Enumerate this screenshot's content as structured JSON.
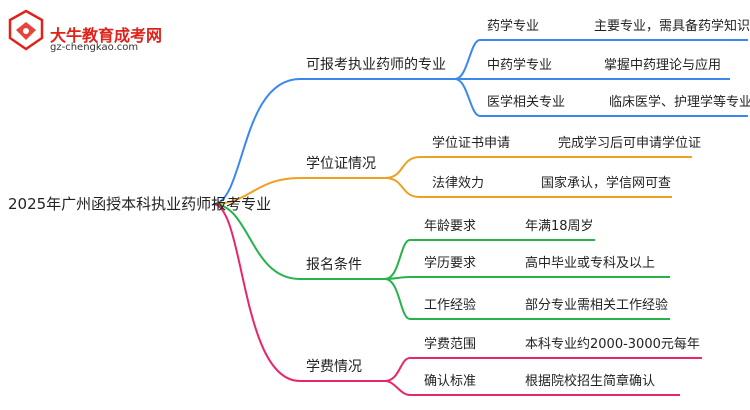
{
  "logo": {
    "name": "大牛教育成考网",
    "url": "gz-chengkao.com"
  },
  "root": "2025年广州函授本科执业药师报考专业",
  "branches": [
    {
      "label": "可报考执业药师的专业",
      "color": "#3a87f0",
      "items": [
        {
          "name": "药学专业",
          "desc": "主要专业，需具备药学知识"
        },
        {
          "name": "中药学专业",
          "desc": "掌握中药理论与应用"
        },
        {
          "name": "医学相关专业",
          "desc": "临床医学、护理学等专业"
        }
      ]
    },
    {
      "label": "学位证情况",
      "color": "#f0a020",
      "items": [
        {
          "name": "学位证书申请",
          "desc": "完成学习后可申请学位证"
        },
        {
          "name": "法律效力",
          "desc": "国家承认，学信网可查"
        }
      ]
    },
    {
      "label": "报名条件",
      "color": "#27b24a",
      "items": [
        {
          "name": "年龄要求",
          "desc": "年满18周岁"
        },
        {
          "name": "学历要求",
          "desc": "高中毕业或专科及以上"
        },
        {
          "name": "工作经验",
          "desc": "部分专业需相关工作经验"
        }
      ]
    },
    {
      "label": "学费情况",
      "color": "#e8266e",
      "items": [
        {
          "name": "学费范围",
          "desc": "本科专业约2000-3000元每年"
        },
        {
          "name": "确认标准",
          "desc": "根据院校招生简章确认"
        }
      ]
    }
  ]
}
